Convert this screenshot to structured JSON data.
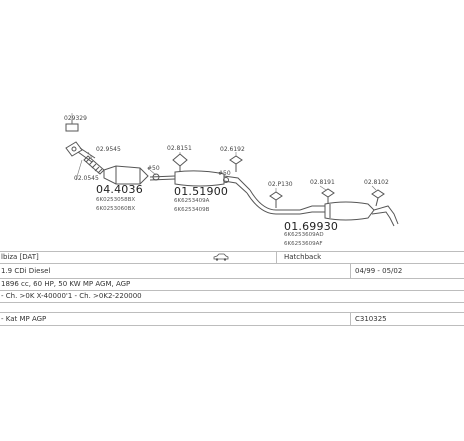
{
  "labels": {
    "p_029329": "029329",
    "p_029545": "02.9545",
    "p_020545": "02.0545",
    "p_04_4036": "04.4036",
    "p_6K_a": "6K0253058BX",
    "p_6K_b": "6K0253060BX",
    "p_50a": "#50",
    "p_028151": "02.8151",
    "p_01_51900": "01.51900",
    "p_6K8_a": "6K6253409A",
    "p_6K8_b": "6K6253409B",
    "p_026192": "02.6192",
    "p_50b": "#50",
    "p_02p130": "02.P130",
    "p_028191": "02.8191",
    "p_028102": "02.8102",
    "p_01_69930": "01.69930",
    "p_6K_c": "6K6253609AD",
    "p_6K_d": "6K6253609AF"
  },
  "info": {
    "model": "lbiza [DAT]",
    "body": "Hatchback",
    "engine": "1.9 CDi Diesel",
    "date": "04/99 - 05/02",
    "spec": "1896 cc, 60 HP, 50 KW MP AGM, AGP",
    "chassis": "- Ch. >0K X-40000'1 - Ch. >0K2-220000",
    "kat": "- Kat MP AGP",
    "code": "C310325"
  },
  "colors": {
    "line": "#555555",
    "grid": "#bdbdbd"
  }
}
